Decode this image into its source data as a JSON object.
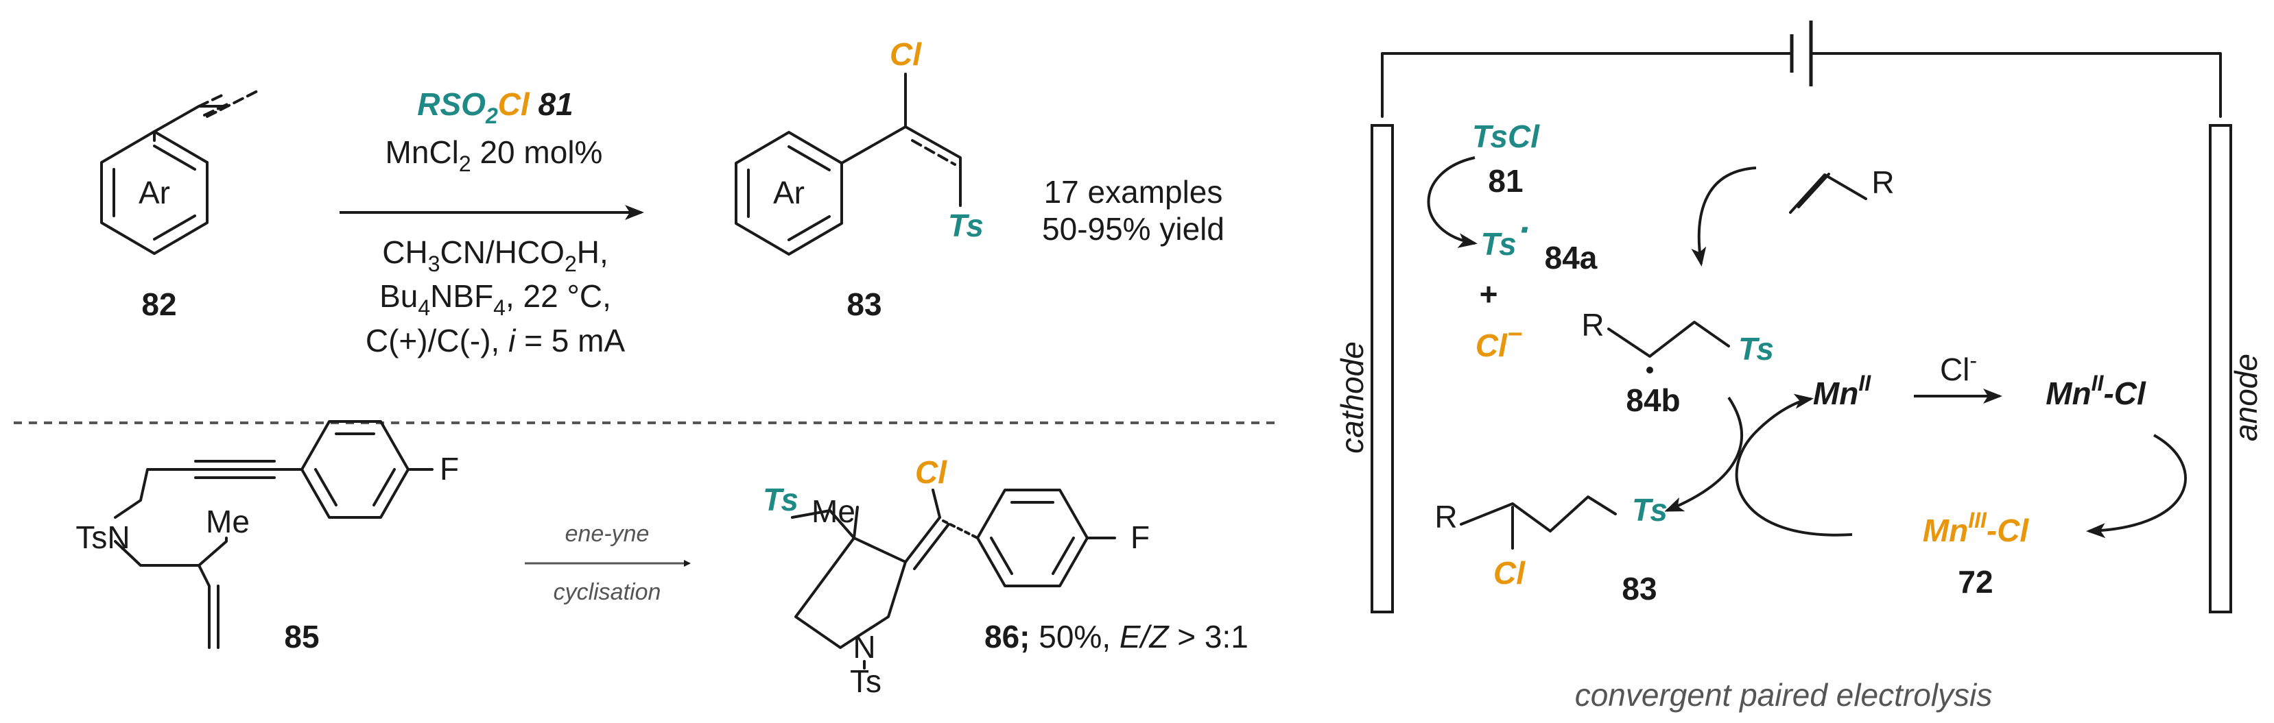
{
  "colors": {
    "teal": "#1f8a85",
    "orange": "#e8960c",
    "text": "#1a1a1a",
    "caption": "#555555"
  },
  "top_scheme": {
    "reactant_ring_label": "Ar",
    "reactant_number": "82",
    "reagent_prefix": "RSO",
    "reagent_sub": "2",
    "reagent_suffix": "Cl",
    "reagent_number": "81",
    "catalyst_prefix": "MnCl",
    "catalyst_sub": "2",
    "catalyst_suffix": " 20 mol%",
    "solvent_a": "CH",
    "solvent_a_sub": "3",
    "solvent_b": "CN/HCO",
    "solvent_b_sub": "2",
    "solvent_c": "H,",
    "electrolyte_a": "Bu",
    "electrolyte_a_sub": "4",
    "electrolyte_b": "NBF",
    "electrolyte_b_sub": "4",
    "electrolyte_c": ", 22 °C,",
    "electrodes_a": "C(+)/C(-), ",
    "electrodes_i": "i",
    "electrodes_b": " = 5 mA",
    "product_cl": "Cl",
    "product_ring_label": "Ar",
    "product_ts": "Ts",
    "product_number": "83",
    "examples": "17 examples",
    "yield": "50-95% yield"
  },
  "bottom_scheme": {
    "substrate_tsn": "TsN",
    "substrate_me": "Me",
    "substrate_f": "F",
    "substrate_number": "85",
    "arrow_label_top": "ene-yne",
    "arrow_label_bottom": "cyclisation",
    "product_ts": "Ts",
    "product_me": "Me",
    "product_cl": "Cl",
    "product_f": "F",
    "product_n": "N",
    "product_nts": "Ts",
    "product_number": "86;",
    "product_yield": " 50%, ",
    "product_ez": "E/Z",
    "product_ratio": " > 3:1"
  },
  "mechanism": {
    "cathode": "cathode",
    "anode": "anode",
    "tscl": "TsCl",
    "tscl_number": "81",
    "ts_radical": "Ts",
    "radical_dot": "·",
    "radical_number": "84a",
    "plus": "+",
    "chloride": "Cl",
    "chloride_charge": "−",
    "alkene_r": "R",
    "intermediate_r": "R",
    "intermediate_ts": "Ts",
    "intermediate_number": "84b",
    "mn2": "Mn",
    "mn2_sup": "II",
    "cl_minus": "Cl",
    "cl_minus_sup": "-",
    "mn2cl": "Mn",
    "mn2cl_sup": "II",
    "mn2cl_suffix": "-Cl",
    "mn3cl": "Mn",
    "mn3cl_sup": "III",
    "mn3cl_suffix": "-Cl",
    "mn3cl_number": "72",
    "product_r": "R",
    "product_ts": "Ts",
    "product_cl": "Cl",
    "product_number": "83",
    "caption": "convergent paired electrolysis"
  }
}
